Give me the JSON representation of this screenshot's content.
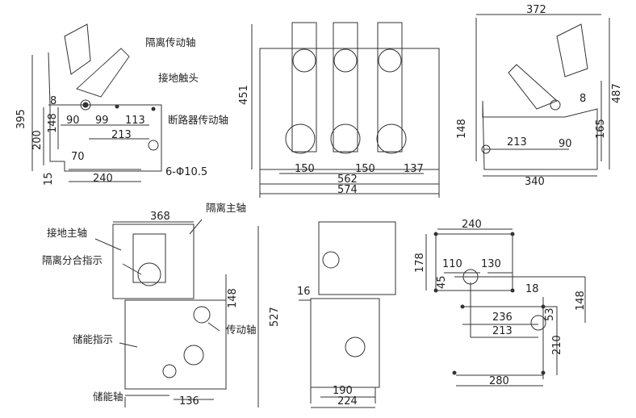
{
  "front_left": {
    "labels": {
      "isolation_drive_shaft": "隔离传动轴",
      "ground_contact": "接地触头",
      "breaker_drive_shaft": "断路器传动轴",
      "holes": "6-Φ10.5"
    },
    "dims": {
      "h395": "395",
      "h200": "200",
      "h148": "148",
      "d8": "8",
      "d90": "90",
      "d99": "99",
      "d113": "113",
      "d213": "213",
      "d70": "70",
      "d240": "240",
      "d15": "15"
    }
  },
  "front_middle": {
    "dims": {
      "h451": "451",
      "d150a": "150",
      "d150b": "150",
      "d137": "137",
      "d562": "562",
      "d574": "574"
    }
  },
  "side_right": {
    "dims": {
      "d372": "372",
      "h487": "487",
      "d8": "8",
      "h148": "148",
      "d213": "213",
      "d90": "90",
      "h165": "165",
      "d340": "340"
    }
  },
  "bottom_left": {
    "labels": {
      "isolation_main_shaft": "隔离主轴",
      "ground_main_shaft": "接地主轴",
      "isolation_indicator": "隔离分合指示",
      "drive_shaft": "传动轴",
      "energy_indicator": "储能指示",
      "energy_shaft": "储能轴"
    },
    "dims": {
      "d368": "368",
      "h148": "148",
      "h527": "527",
      "d136": "136"
    }
  },
  "bottom_middle": {
    "dims": {
      "d16": "16",
      "d190": "190",
      "d224": "224"
    }
  },
  "bottom_right": {
    "dims": {
      "d240": "240",
      "h178": "178",
      "d110": "110",
      "d130": "130",
      "h45": "45",
      "d18": "18",
      "h148": "148",
      "d236": "236",
      "h53": "53",
      "d213": "213",
      "h210": "210",
      "d280": "280"
    }
  }
}
